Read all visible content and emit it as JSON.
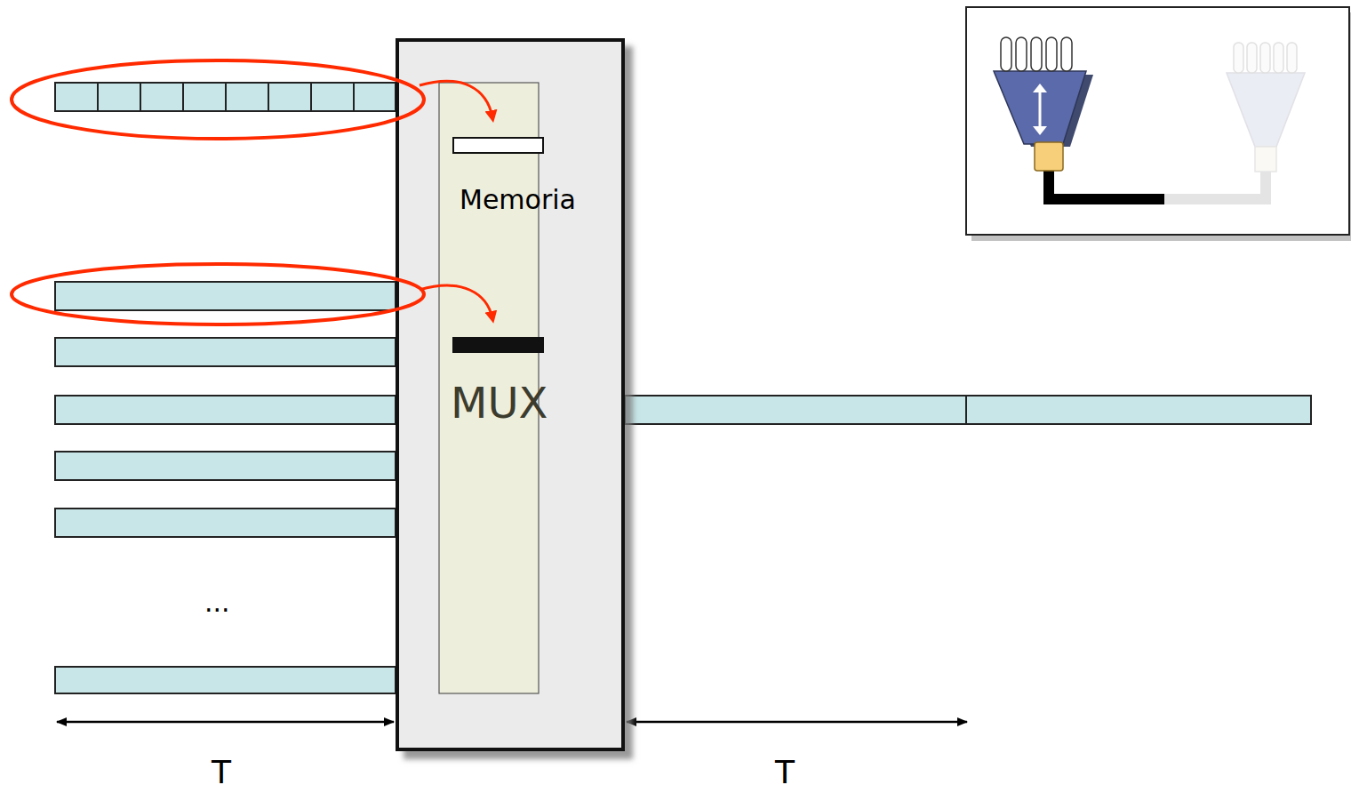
{
  "diagram": {
    "nodes": [
      {
        "text": [
          "Memoria",
          "MUX"
        ]
      }
    ],
    "labels": [
      "...",
      "T",
      "T"
    ]
  }
}
